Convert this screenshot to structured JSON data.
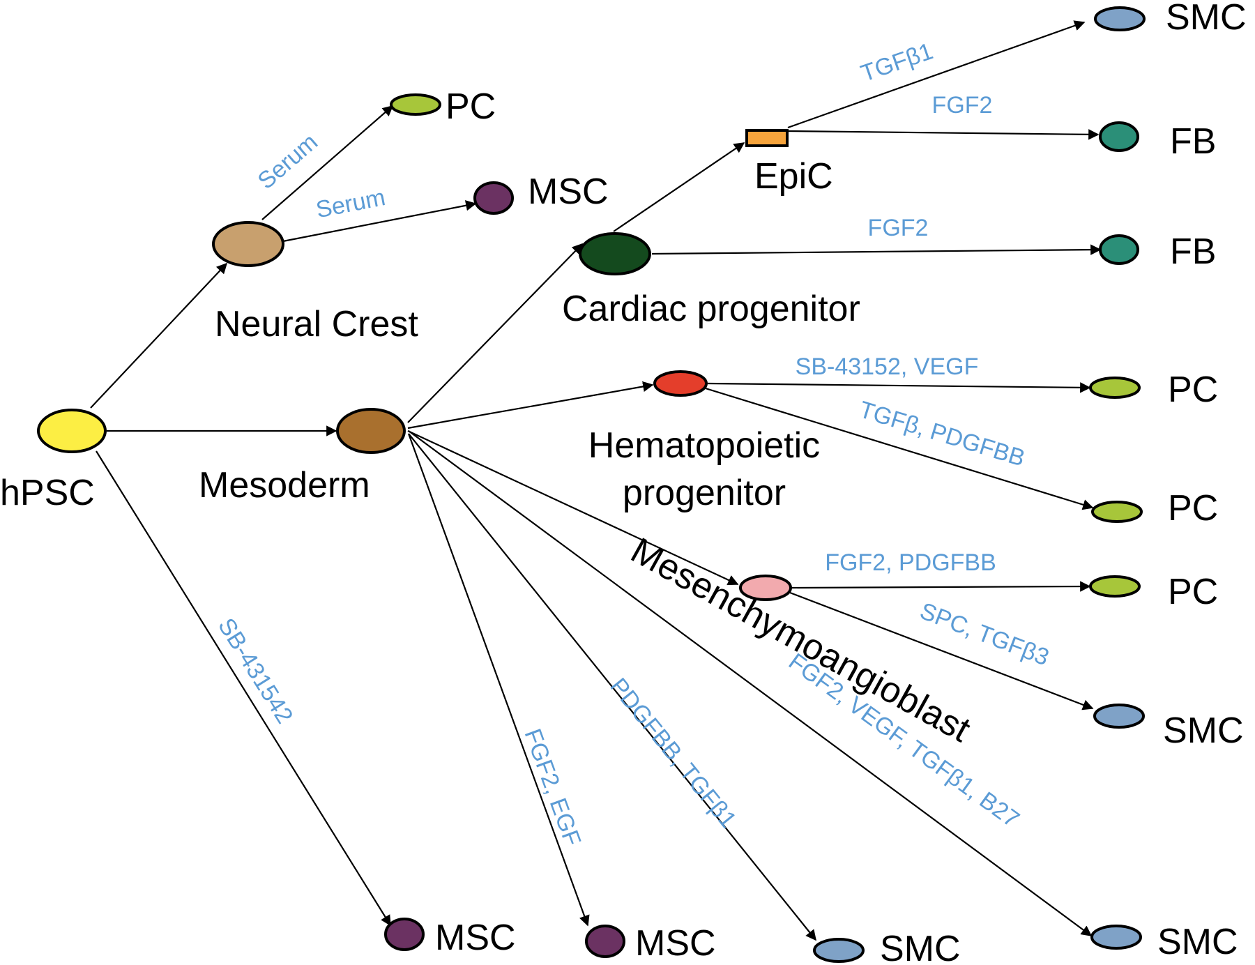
{
  "colors": {
    "label_text": "#000000",
    "condition_text": "#5B9BD5",
    "hPSC": "#FCEE44",
    "neural_crest": "#C8A06E",
    "mesoderm": "#A9702E",
    "cardiac": "#144A1E",
    "epic": "#F6A43C",
    "hematopoietic": "#E43E2B",
    "mesenchymoangioblast": "#F2AAAE",
    "pc": "#A7C63A",
    "msc": "#6B3262",
    "smc": "#7FA2C7",
    "fb": "#2B8F78"
  },
  "nodes": {
    "hPSC": "hPSC",
    "neural_crest": "Neural Crest",
    "mesoderm": "Mesoderm",
    "cardiac": "Cardiac progenitor",
    "epic": "EpiC",
    "hemato_line1": "Hematopoietic",
    "hemato_line2": "progenitor",
    "mesenchymoangioblast": "Mesenchymoangioblast",
    "pc_nc": "PC",
    "msc_nc": "MSC",
    "smc_epic": "SMC",
    "fb_epic": "FB",
    "fb_cardiac": "FB",
    "pc_hemato_1": "PC",
    "pc_hemato_2": "PC",
    "pc_mesen": "PC",
    "smc_mesen": "SMC",
    "msc_hpsc": "MSC",
    "msc_meso": "MSC",
    "smc_meso_1": "SMC",
    "smc_meso_2": "SMC"
  },
  "edges": {
    "nc_pc": "Serum",
    "nc_msc": "Serum",
    "epic_smc": "TGFβ1",
    "epic_fb": "FGF2",
    "cardiac_fb": "FGF2",
    "hemato_pc1": "SB-43152, VEGF",
    "hemato_pc2": "TGFβ, PDGFBB",
    "mesen_pc": "FGF2, PDGFBB",
    "mesen_smc": "SPC, TGFβ3",
    "hpsc_msc": "SB-431542",
    "meso_msc": "FGF2, EGF",
    "meso_smc1": "PDGFBB, TGFβ1",
    "meso_smc2": "FGF2, VEGF, TGFβ1, B27"
  }
}
